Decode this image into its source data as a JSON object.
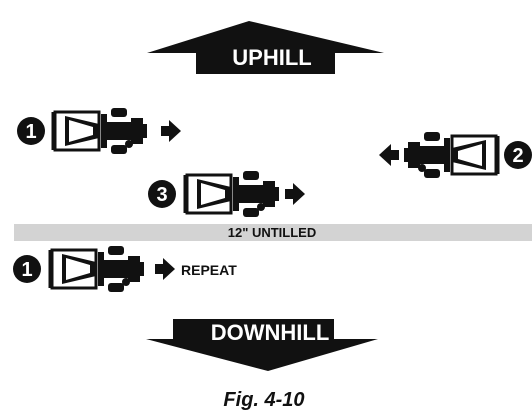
{
  "diagram": {
    "uphill_label": "UPHILL",
    "downhill_label": "DOWNHILL",
    "band_label": "12\" UNTILLED",
    "repeat_label": "REPEAT",
    "pass_1_number": "1",
    "pass_2_number": "2",
    "pass_3_number": "3",
    "pass_repeat_number": "1",
    "caption": "Fig. 4-10"
  },
  "colors": {
    "ink": "#111111",
    "band": "#d3d3d3",
    "paper": "#ffffff"
  }
}
